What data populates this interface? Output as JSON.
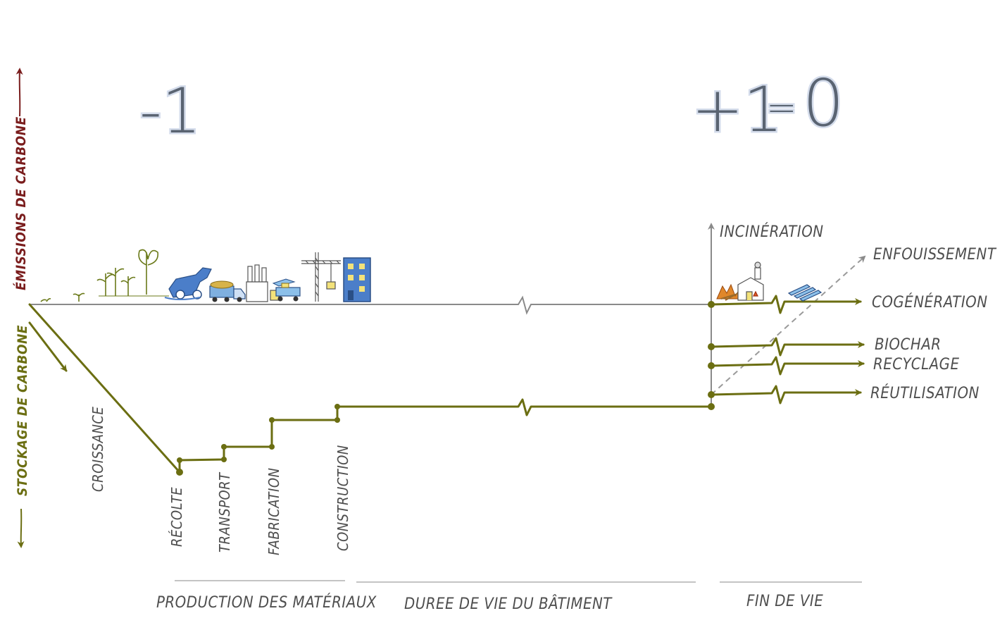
{
  "equation": {
    "minus_one": "-1",
    "plus_one": "+1",
    "equals": "=",
    "zero": "0"
  },
  "axes": {
    "emissions": "ÉMISSIONS DE CARBONE",
    "storage": "STOCKAGE DE CARBONE"
  },
  "stages": {
    "growth": "CROISSANCE",
    "harvest": "RÉCOLTE",
    "transport": "TRANSPORT",
    "fabrication": "FABRICATION",
    "construction": "CONSTRUCTION"
  },
  "end_of_life": {
    "incineration": "INCINÉRATION",
    "landfill": "ENFOUISSEMENT",
    "cogeneration": "COGÉNÉRATION",
    "biochar": "BIOCHAR",
    "recycling": "RECYCLAGE",
    "reuse": "RÉUTILISATION"
  },
  "phases": {
    "production": "PRODUCTION DES MATÉRIAUX",
    "lifetime": "DUREE DE VIE DU BÂTIMENT",
    "end": "FIN DE VIE"
  },
  "colors": {
    "storage_line": "#6b6e12",
    "emissions_axis": "#7a1d1d",
    "baseline": "#8a8a8a",
    "number_halo": "#d4dceb"
  },
  "icons": [
    "seedlings-icon",
    "harvester-icon",
    "log-truck-icon",
    "factory-icon",
    "crane-truck-icon",
    "tower-crane-icon",
    "building-icon",
    "fire-icon",
    "power-plant-icon",
    "biochar-panels-icon"
  ]
}
